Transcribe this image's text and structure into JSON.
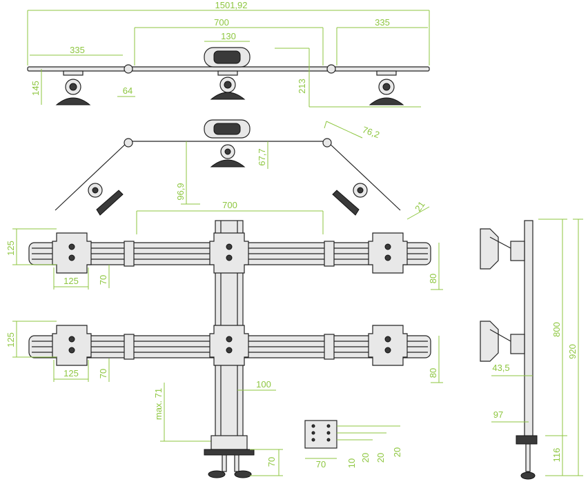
{
  "dimensions": {
    "total_width": "1501,92",
    "center_span": "700",
    "right_span": "335",
    "left_span": "335",
    "center_handle": "130",
    "left_height": "145",
    "joint_offset": "64",
    "overall_height": "213",
    "angle_offset": "76,2",
    "mount_drop": "67,7",
    "arm_drop": "96,9",
    "lower_span": "700",
    "bar_depth": "21",
    "vesa_v_top": "125",
    "vesa_h_top": "125",
    "plate_top": "70",
    "bar_h_top": "80",
    "vesa_v_bot": "125",
    "vesa_h_bot": "125",
    "plate_bot": "70",
    "bar_h_bot": "80",
    "pole_offset": "100",
    "max_clamp": "max. 71",
    "clamp_h": "70",
    "base_w": "70",
    "hole_a": "10",
    "hole_b": "20",
    "hole_c": "20",
    "hole_d": "20",
    "side_43": "43,5",
    "side_800": "800",
    "side_920": "920",
    "side_97": "97",
    "side_116": "116"
  },
  "colors": {
    "dimension": "#8dc63f",
    "metal": "#e8e8e8",
    "outline": "#222222"
  }
}
